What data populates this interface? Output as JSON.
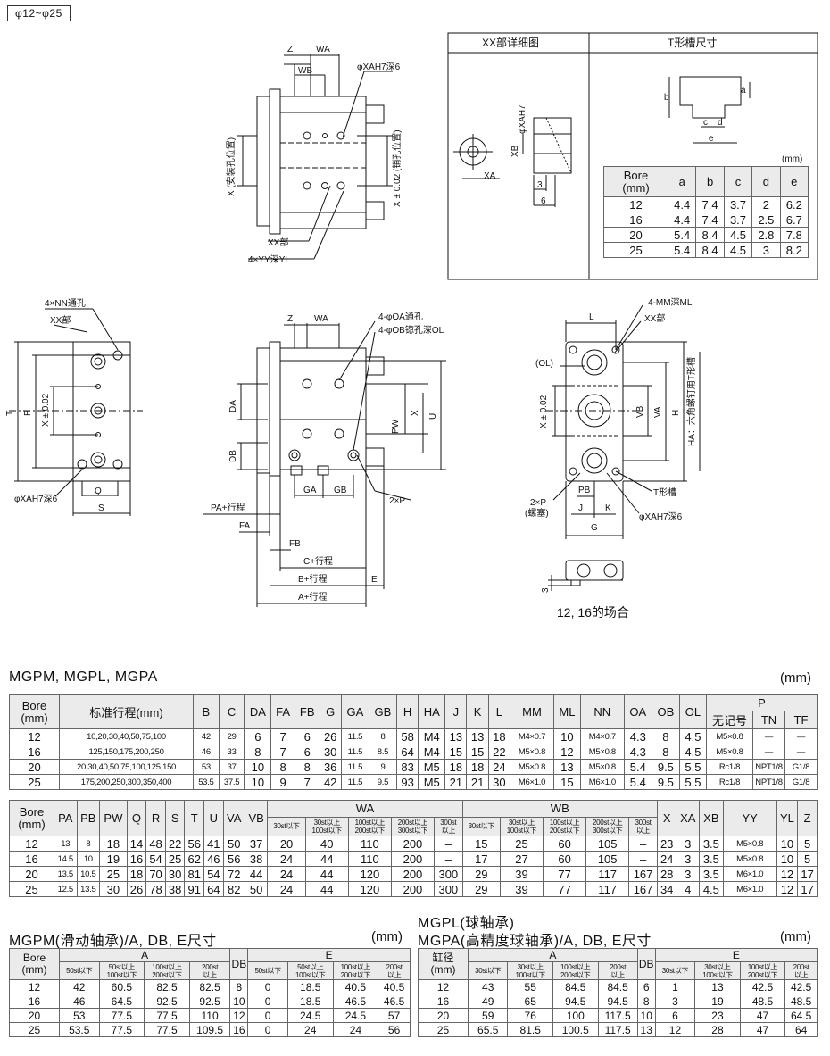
{
  "range_tag": "φ12~φ25",
  "detail_box": {
    "xx_title": "XX部详细图",
    "t_title": "T形槽尺寸",
    "unit": "(mm)"
  },
  "t_slot_table": {
    "headers": [
      "Bore\n(mm)",
      "a",
      "b",
      "c",
      "d",
      "e"
    ],
    "rows": [
      [
        "12",
        "4.4",
        "7.4",
        "3.7",
        "2",
        "6.2"
      ],
      [
        "16",
        "4.4",
        "7.4",
        "3.7",
        "2.5",
        "6.7"
      ],
      [
        "20",
        "5.4",
        "8.4",
        "4.5",
        "2.8",
        "7.8"
      ],
      [
        "25",
        "5.4",
        "8.4",
        "4.5",
        "3",
        "8.2"
      ]
    ]
  },
  "labels": {
    "Z": "Z",
    "WA": "WA",
    "WB": "WB",
    "XA_H7_6": "φXAH7深6",
    "X_mount": "X (安装孔位置)",
    "X_pin": "X ± 0.02 (销孔位置)",
    "XX_bu": "XX部",
    "YY": "4×YY深YL",
    "NN": "4×NN通孔",
    "T": "T",
    "R": "R",
    "X02": "X ± 0.02",
    "Q": "Q",
    "S": "S",
    "OA": "4-φOA通孔",
    "OB": "4-φOB锪孔深OL",
    "DA": "DA",
    "DB": "DB",
    "PW": "PW",
    "U": "U",
    "X": "X",
    "GA": "GA",
    "GB": "GB",
    "twoP": "2×P",
    "PA": "PA+行程",
    "FA": "FA",
    "FB": "FB",
    "C": "C+行程",
    "B": "B+行程",
    "E": "E",
    "A": "A+行程",
    "L": "L",
    "MM": "4-MM深ML",
    "OL": "(OL)",
    "VB": "VB",
    "VA": "VA",
    "H": "H",
    "HA": "HA：六角螺钉用T形槽",
    "PB": "PB",
    "Tslot": "T形槽",
    "twoP_plug": "2×P",
    "plug": "(螺塞)",
    "J": "J",
    "K": "K",
    "G": "G",
    "three": "3",
    "six": "6",
    "XB": "XB",
    "XA": "XA",
    "phiXAH7": "φXAH7",
    "a": "a",
    "b": "b",
    "c": "c",
    "d": "d",
    "e": "e"
  },
  "case_label": "12, 16的场合",
  "main_title": "MGPM, MGPL, MGPA",
  "main_unit": "(mm)",
  "main_table1": {
    "headers": [
      "Bore\n(mm)",
      "标准行程(mm)",
      "B",
      "C",
      "DA",
      "FA",
      "FB",
      "G",
      "GA",
      "GB",
      "H",
      "HA",
      "J",
      "K",
      "L",
      "MM",
      "ML",
      "NN",
      "OA",
      "OB",
      "OL",
      "P"
    ],
    "p_sub": [
      "无记号",
      "TN",
      "TF"
    ],
    "rows": [
      [
        "12",
        "10,20,30,40,50,75,100",
        "42",
        "29",
        "6",
        "7",
        "6",
        "26",
        "11.5",
        "8",
        "58",
        "M4",
        "13",
        "13",
        "18",
        "M4×0.7",
        "10",
        "M4×0.7",
        "4.3",
        "8",
        "4.5",
        "M5×0.8",
        "—",
        "—"
      ],
      [
        "16",
        "125,150,175,200,250",
        "46",
        "33",
        "8",
        "7",
        "6",
        "30",
        "11.5",
        "8.5",
        "64",
        "M4",
        "15",
        "15",
        "22",
        "M5×0.8",
        "12",
        "M5×0.8",
        "4.3",
        "8",
        "4.5",
        "M5×0.8",
        "—",
        "—"
      ],
      [
        "20",
        "20,30,40,50,75,100,125,150",
        "53",
        "37",
        "10",
        "8",
        "8",
        "36",
        "11.5",
        "9",
        "83",
        "M5",
        "18",
        "18",
        "24",
        "M5×0.8",
        "13",
        "M5×0.8",
        "5.4",
        "9.5",
        "5.5",
        "Rc1/8",
        "NPT1/8",
        "G1/8"
      ],
      [
        "25",
        "175,200,250,300,350,400",
        "53.5",
        "37.5",
        "10",
        "9",
        "7",
        "42",
        "11.5",
        "9.5",
        "93",
        "M5",
        "21",
        "21",
        "30",
        "M6×1.0",
        "15",
        "M6×1.0",
        "5.4",
        "9.5",
        "5.5",
        "Rc1/8",
        "NPT1/8",
        "G1/8"
      ]
    ]
  },
  "main_table2": {
    "headers": [
      "Bore\n(mm)",
      "PA",
      "PB",
      "PW",
      "Q",
      "R",
      "S",
      "T",
      "U",
      "VA",
      "VB",
      "WA",
      "WB",
      "X",
      "XA",
      "XB",
      "YY",
      "YL",
      "Z"
    ],
    "wa_sub": [
      "30st以下",
      "30st以上\n100st以下",
      "100st以上\n200st以下",
      "200st以上\n300st以下",
      "300st\n以上"
    ],
    "wb_sub": [
      "30st以下",
      "30st以上\n100st以下",
      "100st以上\n200st以下",
      "200st以上\n300st以下",
      "300st\n以上"
    ],
    "rows": [
      [
        "12",
        "13",
        "8",
        "18",
        "14",
        "48",
        "22",
        "56",
        "41",
        "50",
        "37",
        "20",
        "40",
        "110",
        "200",
        "–",
        "15",
        "25",
        "60",
        "105",
        "–",
        "23",
        "3",
        "3.5",
        "M5×0.8",
        "10",
        "5"
      ],
      [
        "16",
        "14.5",
        "10",
        "19",
        "16",
        "54",
        "25",
        "62",
        "46",
        "56",
        "38",
        "24",
        "44",
        "110",
        "200",
        "–",
        "17",
        "27",
        "60",
        "105",
        "–",
        "24",
        "3",
        "3.5",
        "M5×0.8",
        "10",
        "5"
      ],
      [
        "20",
        "13.5",
        "10.5",
        "25",
        "18",
        "70",
        "30",
        "81",
        "54",
        "72",
        "44",
        "24",
        "44",
        "120",
        "200",
        "300",
        "29",
        "39",
        "77",
        "117",
        "167",
        "28",
        "3",
        "3.5",
        "M6×1.0",
        "12",
        "17"
      ],
      [
        "25",
        "12.5",
        "13.5",
        "30",
        "26",
        "78",
        "38",
        "91",
        "64",
        "82",
        "50",
        "24",
        "44",
        "120",
        "200",
        "300",
        "29",
        "39",
        "77",
        "117",
        "167",
        "34",
        "4",
        "4.5",
        "M6×1.0",
        "12",
        "17"
      ]
    ]
  },
  "left_table": {
    "title": "MGPM(滑动轴承)/A, DB, E尺寸",
    "unit": "(mm)",
    "headers": [
      "Bore\n(mm)",
      "A",
      "DB",
      "E"
    ],
    "a_sub": [
      "50st以下",
      "50st以上\n100st以下",
      "100st以上\n200st以下",
      "200st\n以上"
    ],
    "e_sub": [
      "50st以下",
      "50st以上\n100st以下",
      "100st以上\n200st以下",
      "200st\n以上"
    ],
    "rows": [
      [
        "12",
        "42",
        "60.5",
        "82.5",
        "82.5",
        "8",
        "0",
        "18.5",
        "40.5",
        "40.5"
      ],
      [
        "16",
        "46",
        "64.5",
        "92.5",
        "92.5",
        "10",
        "0",
        "18.5",
        "46.5",
        "46.5"
      ],
      [
        "20",
        "53",
        "77.5",
        "77.5",
        "110",
        "12",
        "0",
        "24.5",
        "24.5",
        "57"
      ],
      [
        "25",
        "53.5",
        "77.5",
        "77.5",
        "109.5",
        "16",
        "0",
        "24",
        "24",
        "56"
      ]
    ]
  },
  "right_table": {
    "title1": "MGPL(球轴承)",
    "title2": "MGPA(高精度球轴承)/A, DB, E尺寸",
    "unit": "(mm)",
    "headers": [
      "缸径\n(mm)",
      "A",
      "DB",
      "E"
    ],
    "a_sub": [
      "30st以下",
      "30st以上\n100st以下",
      "100st以上\n200st以下",
      "200st\n以上"
    ],
    "e_sub": [
      "30st以下",
      "30st以上\n100st以下",
      "100st以上\n200st以下",
      "200st\n以上"
    ],
    "rows": [
      [
        "12",
        "43",
        "55",
        "84.5",
        "84.5",
        "6",
        "1",
        "13",
        "42.5",
        "42.5"
      ],
      [
        "16",
        "49",
        "65",
        "94.5",
        "94.5",
        "8",
        "3",
        "19",
        "48.5",
        "48.5"
      ],
      [
        "20",
        "59",
        "76",
        "100",
        "117.5",
        "10",
        "6",
        "23",
        "47",
        "64.5"
      ],
      [
        "25",
        "65.5",
        "81.5",
        "100.5",
        "117.5",
        "13",
        "12",
        "28",
        "47",
        "64"
      ]
    ]
  }
}
